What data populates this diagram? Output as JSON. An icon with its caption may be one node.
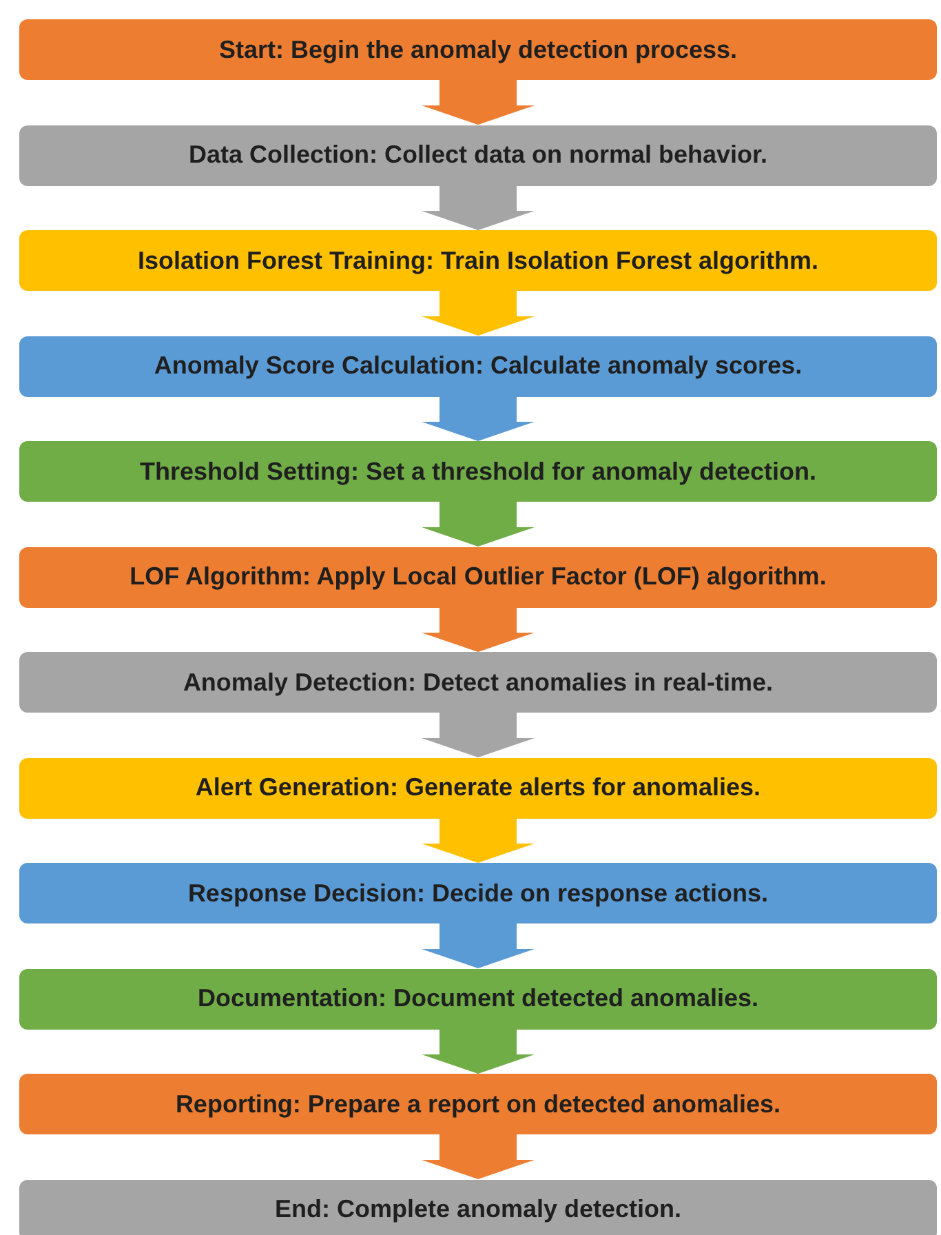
{
  "diagram": {
    "nodes": [
      {
        "text": [
          "Start: Begin the anomaly detection process."
        ]
      },
      {
        "text": [
          "Data Collection: Collect data on normal behavior."
        ]
      },
      {
        "text": [
          "Isolation Forest Training: Train Isolation Forest algorithm."
        ]
      },
      {
        "text": [
          "Anomaly Score Calculation: Calculate anomaly scores."
        ]
      },
      {
        "text": [
          "Threshold Setting: Set a threshold for anomaly detection."
        ]
      },
      {
        "text": [
          "LOF Algorithm: Apply Local Outlier Factor (LOF) algorithm."
        ]
      },
      {
        "text": [
          "Anomaly Detection: Detect anomalies in real-time."
        ]
      },
      {
        "text": [
          "Alert Generation: Generate alerts for anomalies."
        ]
      },
      {
        "text": [
          "Response Decision: Decide on response actions."
        ]
      },
      {
        "text": [
          "Documentation: Document detected anomalies."
        ]
      },
      {
        "text": [
          "Reporting: Prepare a report on detected anomalies."
        ]
      },
      {
        "text": [
          "End: Complete anomaly detection."
        ]
      }
    ],
    "edges": [
      {
        "from": 0,
        "to": 1,
        "arrow": "to",
        "color": "#ed7d31"
      },
      {
        "from": 1,
        "to": 2,
        "arrow": "to",
        "color": "#a5a5a5"
      },
      {
        "from": 2,
        "to": 3,
        "arrow": "to",
        "color": "#ffc000"
      },
      {
        "from": 3,
        "to": 4,
        "arrow": "to",
        "color": "#5b9bd5"
      },
      {
        "from": 4,
        "to": 5,
        "arrow": "to",
        "color": "#70ad47"
      },
      {
        "from": 5,
        "to": 6,
        "arrow": "to",
        "color": "#ed7d31"
      },
      {
        "from": 6,
        "to": 7,
        "arrow": "to",
        "color": "#a5a5a5"
      },
      {
        "from": 7,
        "to": 8,
        "arrow": "to",
        "color": "#ffc000"
      },
      {
        "from": 8,
        "to": 9,
        "arrow": "to",
        "color": "#5b9bd5"
      },
      {
        "from": 9,
        "to": 10,
        "arrow": "to",
        "color": "#70ad47"
      },
      {
        "from": 10,
        "to": 11,
        "arrow": "to",
        "color": "#ed7d31"
      }
    ]
  }
}
